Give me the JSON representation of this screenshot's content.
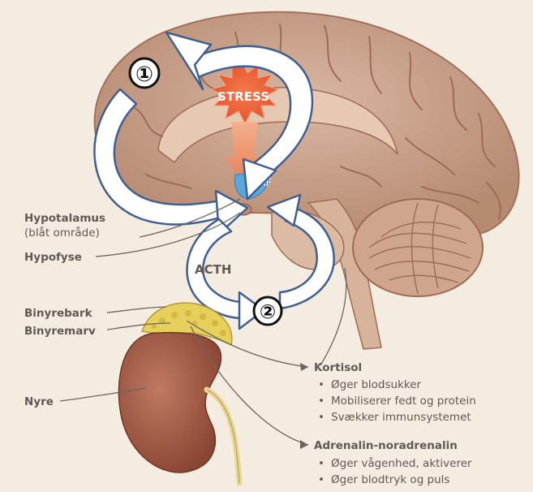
{
  "stress": "STRESS",
  "crf": "CRF",
  "acth": "ACTH",
  "step1": "①",
  "step2": "②",
  "labels": {
    "hypotalamus": "Hypotalamus",
    "hypotalamus_sub": "(blåt område)",
    "hypofyse": "Hypofyse",
    "binyrebark": "Binyrebark",
    "binyremarv": "Binyremarv",
    "nyre": "Nyre"
  },
  "kortisol": {
    "title": "Kortisol",
    "items": [
      "Øger blodsukker",
      "Mobiliserer fedt og protein",
      "Svækker immunsystemet"
    ]
  },
  "adrenalin": {
    "title": "Adrenalin-noradrenalin",
    "items": [
      "Øger vågenhed, aktiverer",
      "Øger blodtryk og puls"
    ]
  },
  "colors": {
    "background": "#f4ece1",
    "brain": "#c9a08a",
    "brain_fold": "#9e6b55",
    "stress_burst": "#e8673f",
    "crf_blue": "#5aa7dc",
    "kidney": "#a05a44",
    "adrenal": "#e6cf5a",
    "arrow_fill": "#ffffff",
    "arrow_stroke": "#3f5f90",
    "label_text": "#5f5a55"
  }
}
